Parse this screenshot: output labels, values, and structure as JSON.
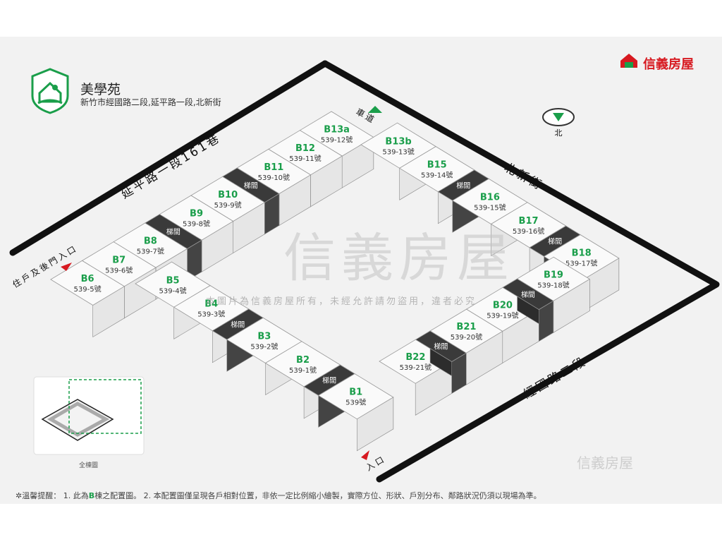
{
  "project": {
    "name": "美學苑",
    "address": "新竹市經國路二段,延平路一段,北新街",
    "brand": "信義房屋"
  },
  "roads": {
    "north_west": "延平路一段161巷",
    "north_east": "北新街",
    "south_east": "經國路二段"
  },
  "markers": {
    "driveway": "車道",
    "resident_entrance": "住戶及後門入口",
    "entrance": "入口",
    "north": "北",
    "stairs": "梯間"
  },
  "buildings": [
    {
      "id": "B13a",
      "addr": "539-12號"
    },
    {
      "id": "B12",
      "addr": "539-11號"
    },
    {
      "id": "B11",
      "addr": "539-10號"
    },
    {
      "id": "B10",
      "addr": "539-9號"
    },
    {
      "id": "B9",
      "addr": "539-8號"
    },
    {
      "id": "B8",
      "addr": "539-7號"
    },
    {
      "id": "B7",
      "addr": "539-6號"
    },
    {
      "id": "B6",
      "addr": "539-5號"
    },
    {
      "id": "B13b",
      "addr": "539-13號"
    },
    {
      "id": "B15",
      "addr": "539-14號"
    },
    {
      "id": "B16",
      "addr": "539-15號"
    },
    {
      "id": "B17",
      "addr": "539-16號"
    },
    {
      "id": "B18",
      "addr": "539-17號"
    },
    {
      "id": "B19",
      "addr": "539-18號"
    },
    {
      "id": "B5",
      "addr": "539-4號"
    },
    {
      "id": "B4",
      "addr": "539-3號"
    },
    {
      "id": "B3",
      "addr": "539-2號"
    },
    {
      "id": "B2",
      "addr": "539-1號"
    },
    {
      "id": "B1",
      "addr": "539號"
    },
    {
      "id": "B22",
      "addr": "539-21號"
    },
    {
      "id": "B21",
      "addr": "539-20號"
    },
    {
      "id": "B20",
      "addr": "539-19號"
    }
  ],
  "watermark": {
    "main": "信義房屋",
    "note": "本圖片為信義房屋所有，未經允許請勿盜用，違者必究",
    "corner": "信義房屋"
  },
  "overview_label": "全棟圖",
  "footer": {
    "prefix": "✲溫馨提醒： 1. 此為",
    "highlight": "B",
    "rest": "棟之配置圖。 2. 本配置圖僅呈現各戶相對位置，非依一定比例縮小繪製，實際方位、形狀、戶別分布、鄰路狀況仍須以現場為準。"
  },
  "colors": {
    "accent": "#1a9e4a",
    "brand_red": "#d71920",
    "road": "#111111",
    "stair": "#3a3a3a"
  }
}
